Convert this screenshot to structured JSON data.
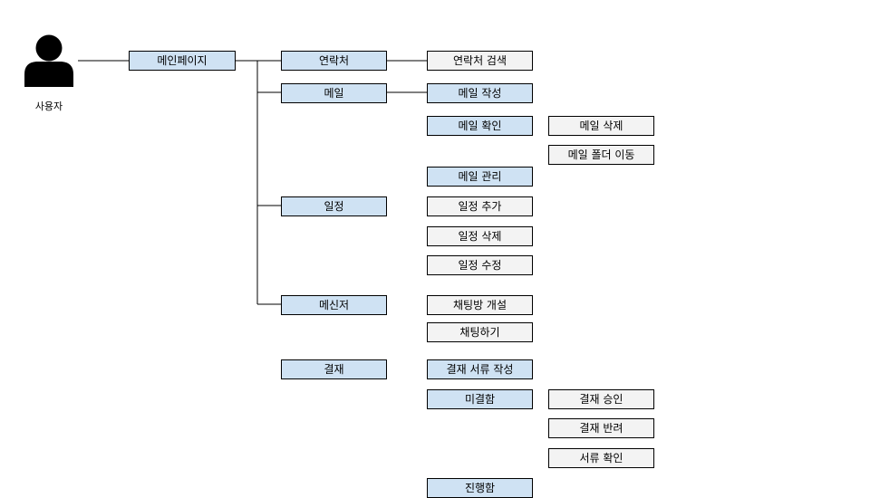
{
  "actor": {
    "label": "사용자",
    "icon": "user-icon"
  },
  "colors": {
    "highlight": "#cfe2f3",
    "plain": "#f3f3f3",
    "border": "#000000",
    "line": "#000000"
  },
  "root": {
    "label": "메인페이지"
  },
  "branches": [
    {
      "label": "연락처",
      "children": [
        {
          "label": "연락처 검색"
        }
      ]
    },
    {
      "label": "메일",
      "children": [
        {
          "label": "메일 작성"
        },
        {
          "label": "메일 확인",
          "children": [
            {
              "label": "메일 삭제"
            },
            {
              "label": "메일 폴더 이동"
            }
          ]
        },
        {
          "label": "메일 관리"
        }
      ]
    },
    {
      "label": "일정",
      "children": [
        {
          "label": "일정 추가"
        },
        {
          "label": "일정 삭제"
        },
        {
          "label": "일정 수정"
        }
      ]
    },
    {
      "label": "메신저",
      "children": [
        {
          "label": "채팅방 개설"
        },
        {
          "label": "채팅하기"
        }
      ]
    },
    {
      "label": "결재",
      "children": [
        {
          "label": "결재 서류 작성"
        },
        {
          "label": "미결함",
          "children": [
            {
              "label": "결재 승인"
            },
            {
              "label": "결재 반려"
            },
            {
              "label": "서류 확인"
            }
          ]
        },
        {
          "label": "진행함"
        }
      ]
    }
  ]
}
